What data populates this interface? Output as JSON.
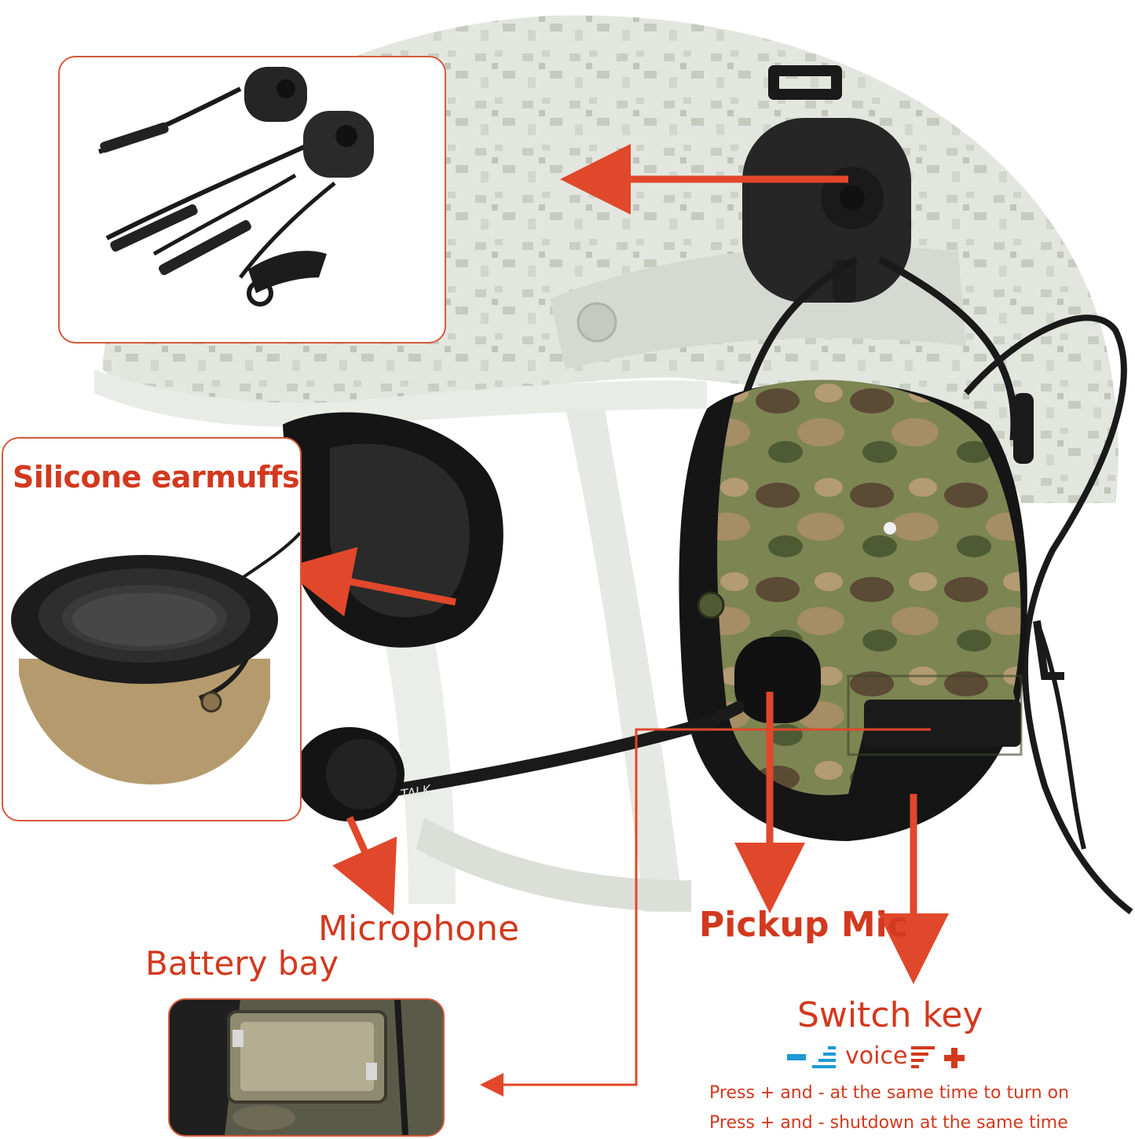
{
  "labels": {
    "silicone_earmuffs": "Silicone earmuffs",
    "microphone": "Microphone",
    "battery_bay": "Battery bay",
    "pickup_mic": "Pickup Mic",
    "switch_key": "Switch key",
    "voice": "voice",
    "instruction_on": "Press + and -  at the same time to turn on",
    "instruction_off": "Press + and - shutdown at the same time",
    "boom_print": "TALK"
  },
  "icons": {
    "minus": "minus-icon",
    "volume_down": "volume-down-bars-icon",
    "volume_up": "volume-up-bars-icon",
    "plus": "plus-icon"
  },
  "colors": {
    "accent": "#d2391e",
    "arrow": "#e1472a",
    "minus_blue": "#1e9ad6",
    "camo_green": "#6f7a4a",
    "helmet": "#dfe3dc",
    "tan": "#b59a6e"
  }
}
